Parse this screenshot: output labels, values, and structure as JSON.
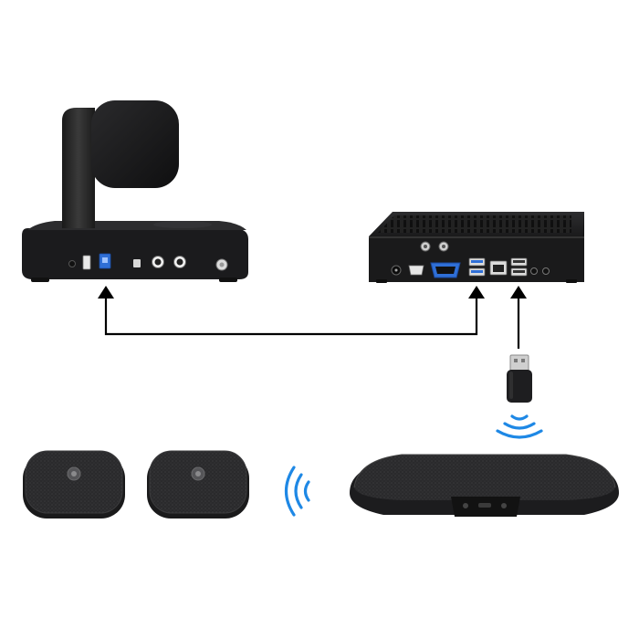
{
  "diagram": {
    "nodes": [
      {
        "id": "ptz-camera",
        "kind": "camera"
      },
      {
        "id": "mini-pc",
        "kind": "computer"
      },
      {
        "id": "usb-dongle",
        "kind": "wireless-usb-receiver"
      },
      {
        "id": "speakerphone",
        "kind": "conference-speakerphone"
      },
      {
        "id": "extension-mic-1",
        "kind": "wireless-extension-microphone"
      },
      {
        "id": "extension-mic-2",
        "kind": "wireless-extension-microphone"
      }
    ],
    "connections": [
      {
        "from": "ptz-camera",
        "to": "mini-pc",
        "type": "wired-usb",
        "arrows": "both-ends"
      },
      {
        "from": "usb-dongle",
        "to": "mini-pc",
        "type": "plug-in",
        "arrows": "to"
      },
      {
        "from": "speakerphone",
        "to": "usb-dongle",
        "type": "wireless"
      },
      {
        "from": "extension-mic-2",
        "to": "speakerphone",
        "type": "wireless"
      }
    ]
  },
  "colors": {
    "arrow": "#000000",
    "wireless": "#1e88e5",
    "device": "#1c1c1e",
    "usb_port": "#2f6fd6"
  },
  "icons": [
    "wireless-signal-icon",
    "usb-port-icon",
    "arrow-up-icon"
  ]
}
